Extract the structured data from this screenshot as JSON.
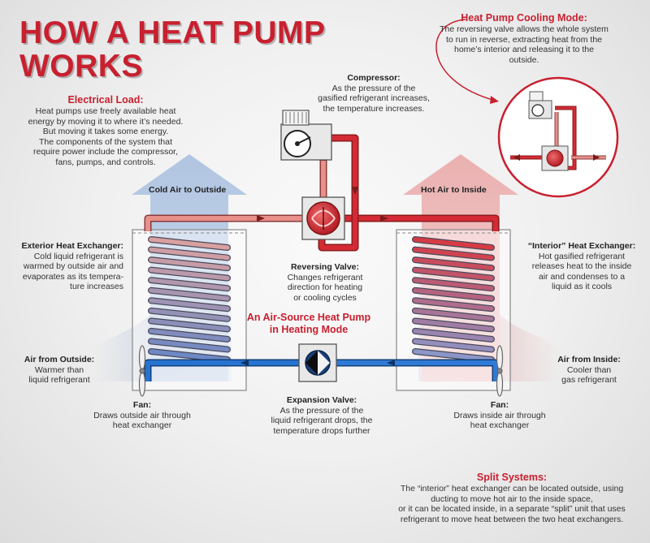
{
  "title": {
    "line1": "HOW A HEAT PUMP",
    "line2": "WORKS"
  },
  "subtitle": {
    "line1": "An Air-Source Heat Pump",
    "line2": "in Heating Mode"
  },
  "colors": {
    "hot": "#d42a35",
    "cold": "#1f6ec9",
    "warm": "#e8877f",
    "accent": "#c8202f"
  },
  "electrical_load": {
    "heading": "Electrical Load:",
    "lines": [
      "Heat pumps use freely available heat",
      "energy by moving it to where it’s needed.",
      "But moving it takes some energy.",
      "The components of the system that",
      "require power include the compressor,",
      "fans, pumps, and controls."
    ]
  },
  "cooling_mode": {
    "heading": "Heat Pump Cooling Mode:",
    "lines": [
      "The reversing valve allows the whole system",
      "to run in reverse, extracting heat from the",
      "home’s interior and releasing it to the",
      "outside."
    ]
  },
  "compressor": {
    "heading": "Compressor:",
    "lines": [
      "As the pressure of the",
      "gasified refrigerant increases,",
      "the temperature increases."
    ]
  },
  "arrows": {
    "cold_air": "Cold Air to Outside",
    "hot_air": "Hot Air to Inside"
  },
  "exterior_hx": {
    "heading": "Exterior Heat Exchanger:",
    "lines": [
      "Cold liquid refrigerant is",
      "warmed by outside air and",
      "evaporates as its tempera-",
      "ture increases"
    ]
  },
  "interior_hx": {
    "heading": "“Interior” Heat Exchanger:",
    "lines": [
      "Hot gasified refrigerant",
      "releases heat to the inside",
      "air and condenses to a",
      "liquid as it cools"
    ]
  },
  "reversing_valve": {
    "heading": "Reversing Valve:",
    "lines": [
      "Changes refrigerant",
      "direction for heating",
      "or cooling cycles"
    ]
  },
  "air_outside": {
    "heading": "Air from Outside:",
    "lines": [
      "Warmer than",
      "liquid refrigerant"
    ]
  },
  "air_inside": {
    "heading": "Air from Inside:",
    "lines": [
      "Cooler than",
      "gas refrigerant"
    ]
  },
  "fan_left": {
    "heading": "Fan:",
    "lines": [
      "Draws outside air through",
      "heat exchanger"
    ]
  },
  "fan_right": {
    "heading": "Fan:",
    "lines": [
      "Draws inside air through",
      "heat exchanger"
    ]
  },
  "expansion_valve": {
    "heading": "Expansion Valve:",
    "lines": [
      "As the pressure of the",
      "liquid refrigerant drops, the",
      "temperature drops further"
    ]
  },
  "split_systems": {
    "heading": "Split Systems:",
    "lines": [
      "The “interior” heat exchanger can be located outside, using",
      "ducting to move hot air to the inside space,",
      "or it can be located inside, in a separate “split” unit that uses",
      "refrigerant to move heat between the two heat exchangers."
    ]
  }
}
